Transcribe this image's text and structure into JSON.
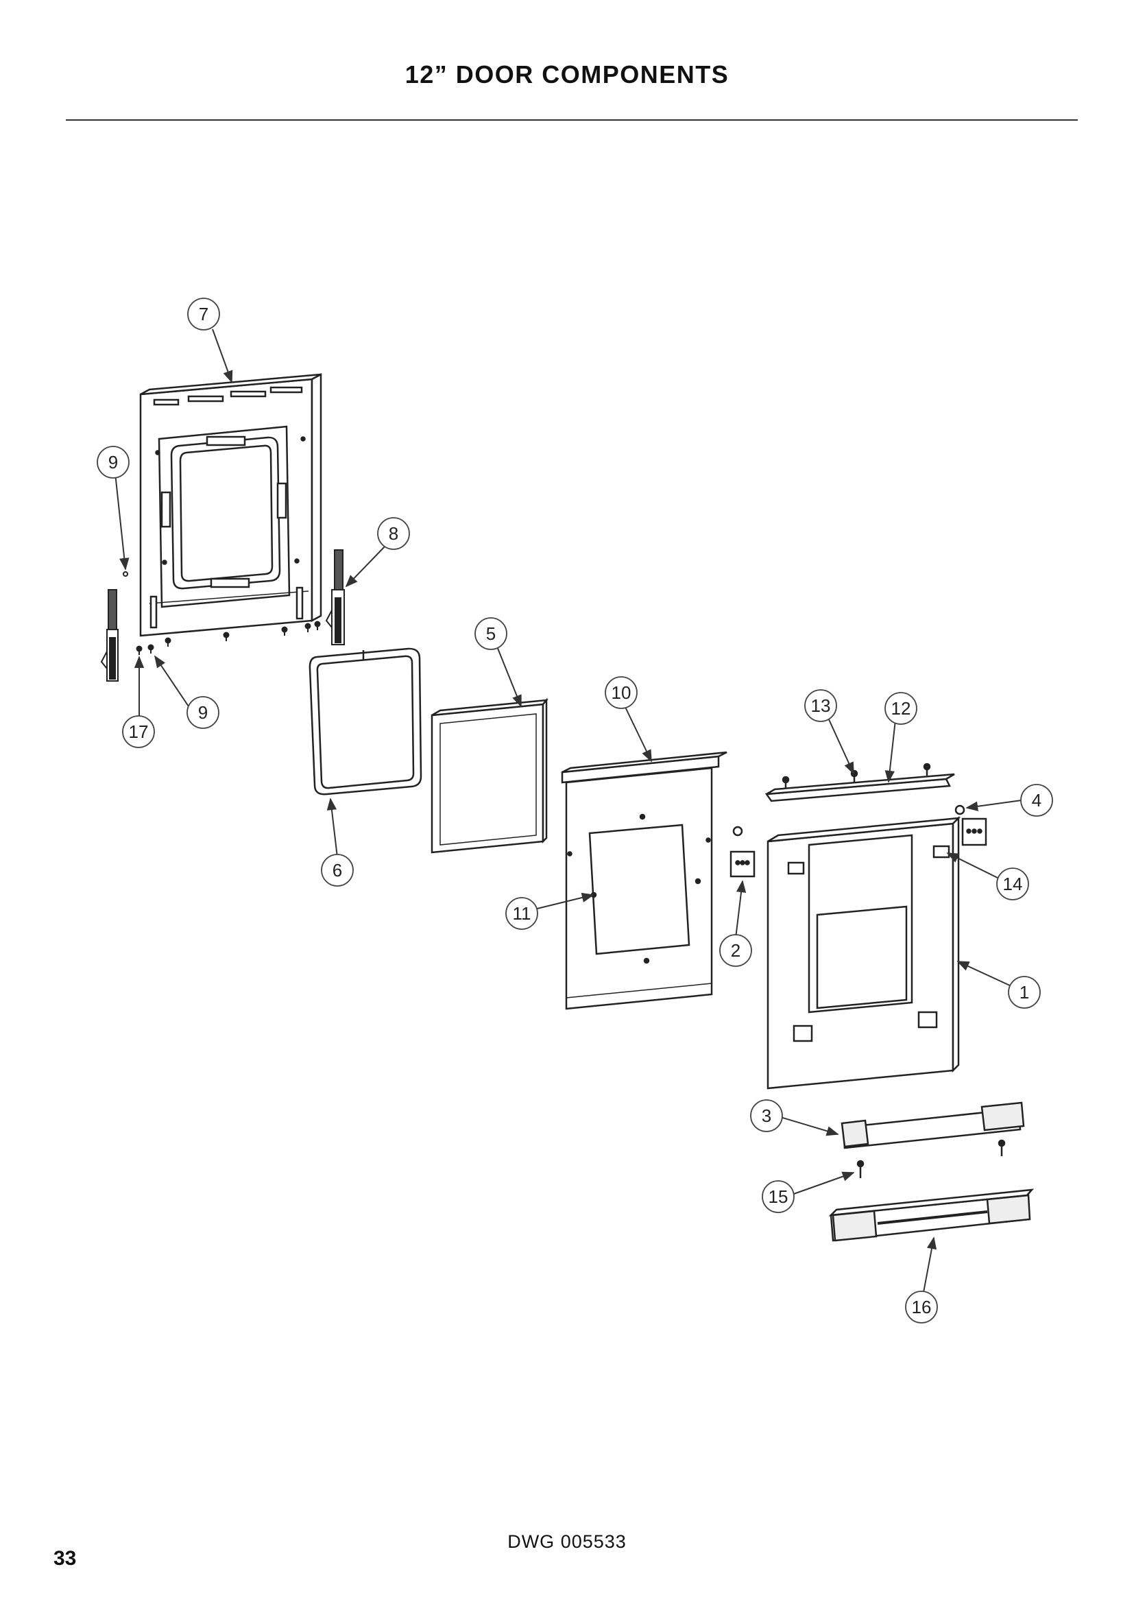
{
  "title": "12” DOOR COMPONENTS",
  "drawing_number": "DWG 005533",
  "page_number": "33",
  "callouts": [
    "7",
    "9",
    "8",
    "9",
    "17",
    "5",
    "6",
    "10",
    "13",
    "12",
    "4",
    "14",
    "11",
    "2",
    "1",
    "3",
    "15",
    "16"
  ]
}
